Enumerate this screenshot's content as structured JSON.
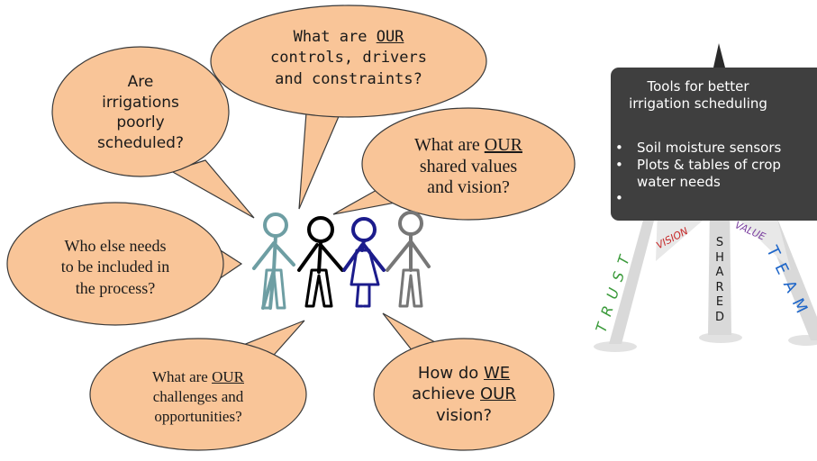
{
  "bubbles": {
    "irrigations": {
      "l1": "Are",
      "l2": "irrigations",
      "l3": "poorly",
      "l4": "scheduled?"
    },
    "controls": {
      "l1a": "What are ",
      "l1b": "OUR",
      "l2": "controls, drivers",
      "l3": "and constraints?"
    },
    "values": {
      "l1a": "What are ",
      "l1b": "OUR",
      "l2": "shared values",
      "l3": "and vision?"
    },
    "included": {
      "l1": "Who else needs",
      "l2": "to be included in",
      "l3": "the process?"
    },
    "challenges": {
      "l1a": "What are ",
      "l1b": "OUR",
      "l2": "challenges and",
      "l3": "opportunities?"
    },
    "achieve": {
      "l1a": "How do ",
      "l1b": "WE",
      "l2a": "achieve ",
      "l2b": "OUR",
      "l3": "vision?"
    }
  },
  "board": {
    "title_l1": "Tools for better",
    "title_l2": "irrigation scheduling",
    "items": [
      "Soil moisture sensors",
      "Plots & tables of crop water needs",
      ""
    ]
  },
  "legs": {
    "trust": "TRUST",
    "vision": "VISION",
    "shared": "SHARED",
    "values": "VALUE",
    "team": "TEAM"
  },
  "colors": {
    "bubble_fill": "#f9c598",
    "bubble_stroke": "#3a3a3a",
    "board": "#3f3f3f",
    "person_teal": "#6e9ea3",
    "person_black": "#000000",
    "person_navy": "#1c1c8c",
    "person_gray": "#777777",
    "trust": "#3a9a3a",
    "vision": "#c62828",
    "values": "#7b3fa0",
    "team": "#1e66c9"
  }
}
